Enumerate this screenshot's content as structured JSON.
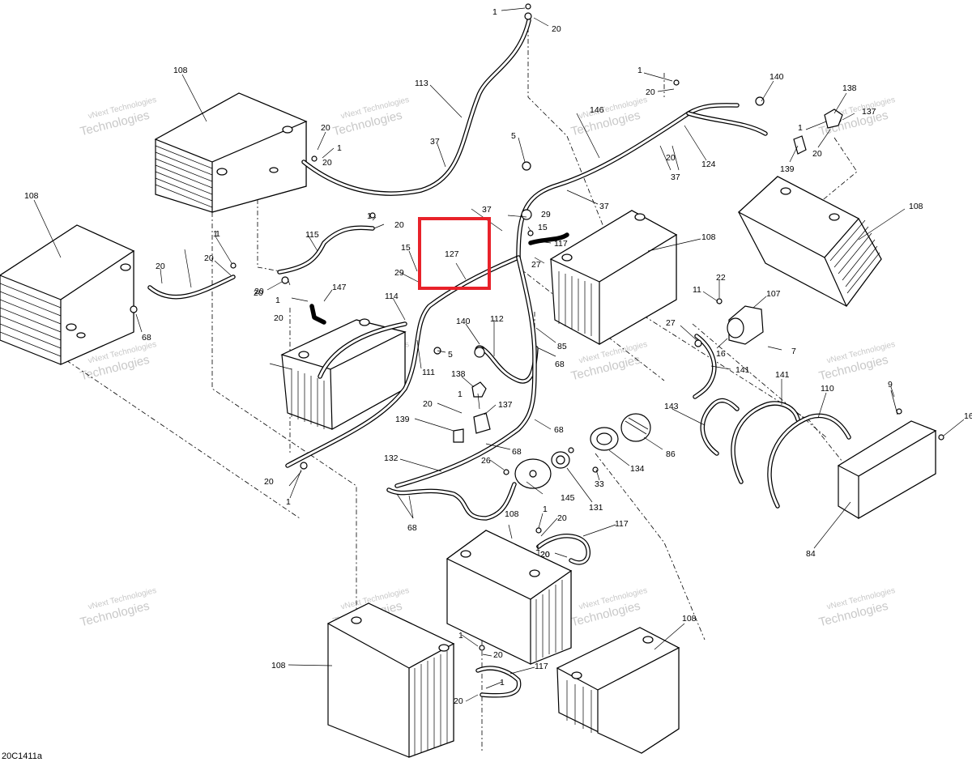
{
  "diagram_code": "20C1411a",
  "watermark": {
    "line1": "vNext Technologies",
    "line2": "Technologies"
  },
  "highlight": {
    "label": "127",
    "color": "#e8222a"
  },
  "callouts": [
    "1",
    "20",
    "113",
    "108",
    "20",
    "1",
    "37",
    "140",
    "1",
    "20",
    "138",
    "137",
    "1",
    "146",
    "20",
    "5",
    "139",
    "124",
    "37",
    "37",
    "37",
    "108",
    "108",
    "1",
    "20",
    "115",
    "29",
    "15",
    "117",
    "1",
    "15",
    "27",
    "20",
    "20",
    "127",
    "29",
    "147",
    "20",
    "20",
    "1",
    "68",
    "108",
    "114",
    "112",
    "140",
    "5",
    "22",
    "11",
    "107",
    "27",
    "16",
    "7",
    "85",
    "68",
    "111",
    "138",
    "1",
    "20",
    "137",
    "141",
    "9",
    "139",
    "141",
    "110",
    "143",
    "16",
    "68",
    "68",
    "86",
    "134",
    "132",
    "26",
    "33",
    "145",
    "131",
    "20",
    "1",
    "108",
    "68",
    "117",
    "1",
    "20",
    "84",
    "1",
    "20",
    "108",
    "108",
    "117",
    "1",
    "20"
  ]
}
